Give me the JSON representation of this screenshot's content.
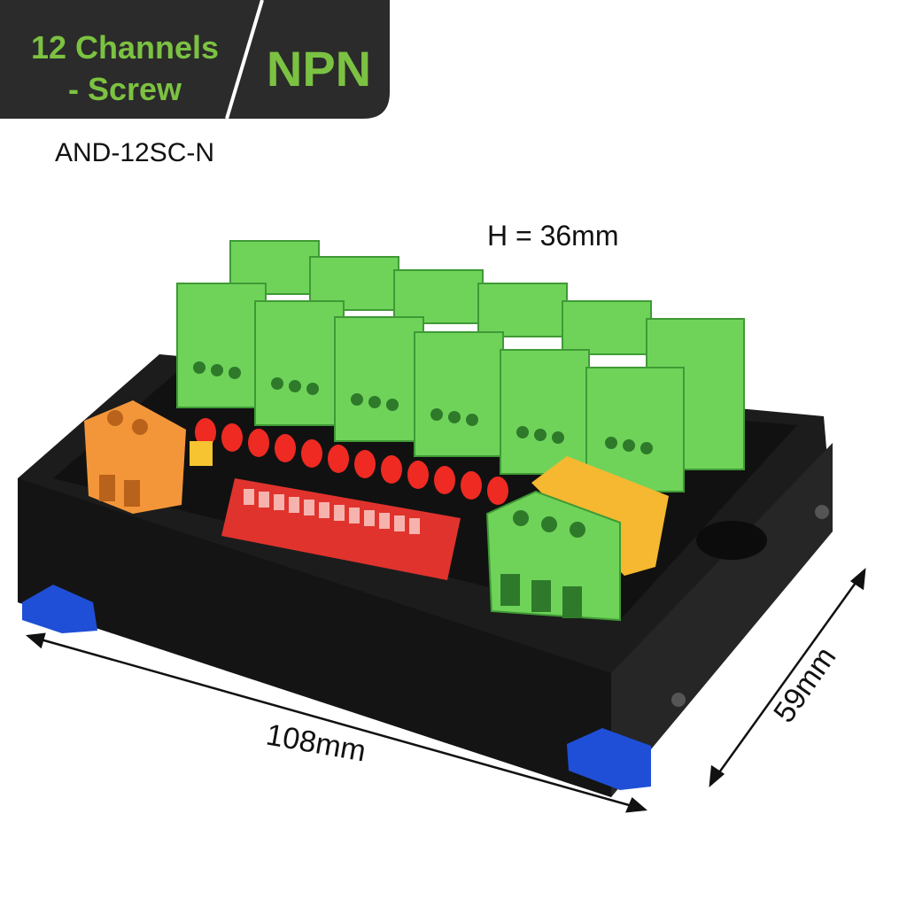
{
  "banner": {
    "channels_line1": "12 Channels",
    "channels_line2": "- Screw",
    "type": "NPN",
    "bg_color": "#2b2b2b",
    "text_color": "#7cc242"
  },
  "model": "AND-12SC-N",
  "dimensions": {
    "height": "H = 36mm",
    "length": "108mm",
    "width": "59mm"
  },
  "colors": {
    "terminal_green": "#6fd35a",
    "housing_black": "#1c1c1c",
    "pcb_black": "#111111",
    "dip_red": "#e0332d",
    "led_red": "#ee2a22",
    "orange_terminal": "#f3963a",
    "relay_yellow": "#f5b830",
    "foot_blue": "#1f4fd6"
  }
}
